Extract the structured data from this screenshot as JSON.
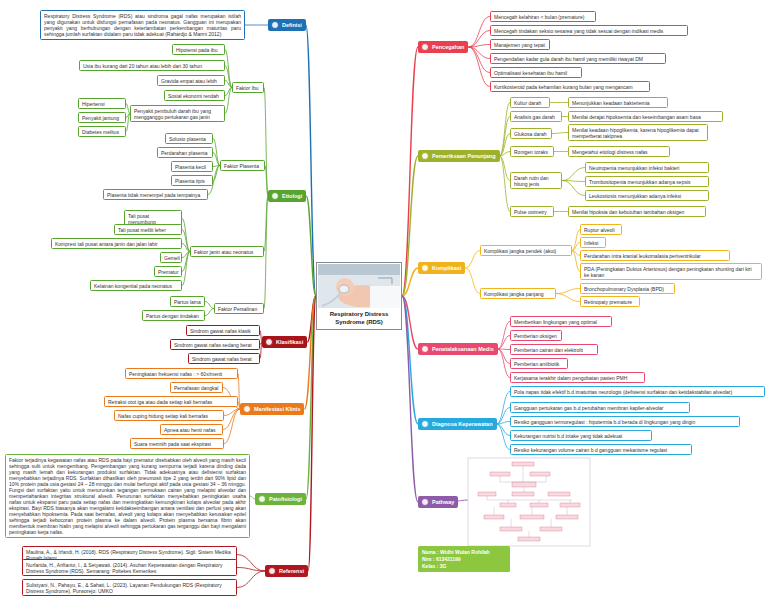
{
  "diagram": {
    "nodes": [
      {
        "text": [
          "Respiratory Distress Syndrome (RDS)"
        ]
      },
      {
        "text": [
          "Definisi"
        ]
      },
      {
        "text": [
          "Respiratory Distress Syndrome (RDS) atau sindroma gagal nafas merupakan istilah yang digunakan untuk disfungsi pernafasan pada neonatus. Gangguan ini merupakan penyakit yang berhubungan dengan keterlambatan perkembangan maturitas paru sehingga jumlah surfaktan didalam paru tidak adekuat (Rahardjo & Marmi 2012)"
        ]
      },
      {
        "text": [
          "Etiologi"
        ]
      },
      {
        "text": [
          "Faktor Ibu"
        ]
      },
      {
        "text": [
          "Hipotensi pada ibu"
        ]
      },
      {
        "text": [
          "Usia ibu kurang dari 20 tahun atau lebih dari 30 tahun"
        ]
      },
      {
        "text": [
          "Gravida empat atau lebih"
        ]
      },
      {
        "text": [
          "Sosial ekonomi rendah"
        ]
      },
      {
        "text": [
          "Penyakit pembuluh darah ibu yang mengganggu pertukaran gas janin"
        ]
      },
      {
        "text": [
          "Hipertensi"
        ]
      },
      {
        "text": [
          "Penyakit jantung"
        ]
      },
      {
        "text": [
          "Diabetes melitus"
        ]
      },
      {
        "text": [
          "Faktor Plasenta"
        ]
      },
      {
        "text": [
          "Solusio plasenta"
        ]
      },
      {
        "text": [
          "Perdarahan plasenta"
        ]
      },
      {
        "text": [
          "Plasenta kecil"
        ]
      },
      {
        "text": [
          "Plasenta tipis"
        ]
      },
      {
        "text": [
          "Plasenta tidak menempel pada tempatnya"
        ]
      },
      {
        "text": [
          "Faktor janin atau neonatus"
        ]
      },
      {
        "text": [
          "Tali pusat menumbung"
        ]
      },
      {
        "text": [
          "Tali pusat melilit leher"
        ]
      },
      {
        "text": [
          "Kompresi tali pusat antara janin dan jalan lahir"
        ]
      },
      {
        "text": [
          "Gemeli"
        ]
      },
      {
        "text": [
          "Prematur"
        ]
      },
      {
        "text": [
          "Kelainan kongenital pada neonatus"
        ]
      },
      {
        "text": [
          "Faktor Persalinan"
        ]
      },
      {
        "text": [
          "Partus lama"
        ]
      },
      {
        "text": [
          "Partus dengan tindakan"
        ]
      },
      {
        "text": [
          "Klasifikasi"
        ]
      },
      {
        "text": [
          "Sindrom gawat nafas klasik"
        ]
      },
      {
        "text": [
          "Sindrom gawat nafas sedang berat"
        ]
      },
      {
        "text": [
          "Sindrom gawat nafas berat"
        ]
      },
      {
        "text": [
          "Manifestasi Klinis"
        ]
      },
      {
        "text": [
          "Peningkatan frekuensi nafas : > 60x/menit"
        ]
      },
      {
        "text": [
          "Pernafasan dangkal"
        ]
      },
      {
        "text": [
          "Retraksi otot iga atau dada setiap kali bernafas"
        ]
      },
      {
        "text": [
          "Nafas cuping hidung setiap kali bernafas"
        ]
      },
      {
        "text": [
          "Apnea atau henti nafas"
        ]
      },
      {
        "text": [
          "Suara merintih pada saat ekspirasi"
        ]
      },
      {
        "text": [
          "Patofisiologi"
        ]
      },
      {
        "text": [
          "Faktor terjadinya kegawatan nafas atau RDS pada bayi prematur disebabkan oleh alveoli yang masih kecil sehingga sulit untuk mengembang. Pengembangan yang kurang sempurna terjadi karena dinding dada yang masih lemah dan kekurangan produksi surfaktan. Tidak adekuatnya atau defisiensi surfaktan menyebabkan terjadinya RDS. Surfaktan dihasilkan oleh pneumosit tipe 2 yang terdiri dari 90% lipid dan 10% protein pada usia gestasi 24 – 28 minggu dan mulai berfungsi aktif pada usia gestasi 34 – 36 minggu. Fungsi dari surfaktan yaitu untuk menurunkan tegangan permukaan cairan yang melapisi alveolar dan mempertahankan integritas struktural alveoli. Penurunan surfaktan menyebabkan peningkatan usaha nafas untuk ekspansi paru pada setiap nafas dan meningkatkan kemungkinan kolaps alveolar pada akhir ekspirasi. Bayi RDS biasanya akan mengalami ketidakseimbangan antara ventilasi dan perfusi yang akan menyebabkan hipoksemia. Pada saat bernafas, alveoli yang kolaps akan menyebabkan kerusakan epitel sehingga terjadi kebocoran protein plasma ke dalam alveoli. Protein plasma bersama fibrin akan membentuk membran hialin yang melapisi alveoli sehingga pertukaran gas terganggu dan bayi mengalami peningkatan kerja nafas."
        ]
      },
      {
        "text": [
          "Referensi"
        ]
      },
      {
        "text": [
          "Maulina, A., & Irfandi, H. (2018). RDS (Respiratory Distress Syndrome). Sigli: Sistem Medika Rumah Islami"
        ]
      },
      {
        "text": [
          "Nurfarida, H., Arifianto, I., & Setyawati. (2014). Asuhan Keperawatan dengan Respiratory Distress Syndrome (RDS). Semarang: Poltekes Kemenkes"
        ]
      },
      {
        "text": [
          "Sulistyani, N., Pahayu, E., & Sahati, L. (2023). Layanan Pendukungan RDS (Respiratory Distress Syndrome). Purworejo: UMKO"
        ]
      },
      {
        "text": [
          "Pencegahan"
        ]
      },
      {
        "text": [
          "Mencegah kelahiran < bulan (premature)"
        ]
      },
      {
        "text": [
          "Mencegah tindakan seksio sesarea yang tidak sesuai dengan indikasi medis"
        ]
      },
      {
        "text": [
          "Manajemen yang tepat"
        ]
      },
      {
        "text": [
          "Pengendalian kadar gula darah ibu hamil yang memiliki riwayat DM"
        ]
      },
      {
        "text": [
          "Optimalisasi kesehatan ibu hamil"
        ]
      },
      {
        "text": [
          "Kortikosteroid pada kehamilan kurang bulan yang mengancam"
        ]
      },
      {
        "text": [
          "Pemeriksaan Penunjang"
        ]
      },
      {
        "text": [
          "Kultur darah"
        ]
      },
      {
        "text": [
          "Menunjukkan keadaan bakteriemia"
        ]
      },
      {
        "text": [
          "Analisis gas darah"
        ]
      },
      {
        "text": [
          "Menilai derajat hipoksemia dan keseimbangan asam basa"
        ]
      },
      {
        "text": [
          "Glukosa darah"
        ]
      },
      {
        "text": [
          "Menilai keadaan hipoglikemia, karena hipoglikemia dapat memperberat takipnea"
        ]
      },
      {
        "text": [
          "Rontgen toraks"
        ]
      },
      {
        "text": [
          "Mengetahui etiologi distress nafas"
        ]
      },
      {
        "text": [
          "Darah rutin dan hitung jenis"
        ]
      },
      {
        "text": [
          "Neutropenia menunjukkan infeksi bakteri"
        ]
      },
      {
        "text": [
          "Trombositopenia menunjukkan adanya sepsis"
        ]
      },
      {
        "text": [
          "Leukositosis menunjukkan adanya infeksi"
        ]
      },
      {
        "text": [
          "Pulse oximetry"
        ]
      },
      {
        "text": [
          "Menilai hipoksia dan kebutuhan tambahan oksigen"
        ]
      },
      {
        "text": [
          "Komplikasi"
        ]
      },
      {
        "text": [
          "Komplikasi jangka pendek (akut)"
        ]
      },
      {
        "text": [
          "Ruptur alveoli"
        ]
      },
      {
        "text": [
          "Infeksi"
        ]
      },
      {
        "text": [
          "Perdarahan intra kranial leukomalasia periventrikular"
        ]
      },
      {
        "text": [
          "PDA (Peningkatan Duktus Arteriosus) dengan peningkatan shunting dari kiri ke kanan"
        ]
      },
      {
        "text": [
          "Komplikasi jangka panjang"
        ]
      },
      {
        "text": [
          "Bronchopulmonary Dysplasia (BPD)"
        ]
      },
      {
        "text": [
          "Retinopaty premature"
        ]
      },
      {
        "text": [
          "Penatalaksanaan Medis"
        ]
      },
      {
        "text": [
          "Memberikan lingkungan yang optimal"
        ]
      },
      {
        "text": [
          "Pemberian oksigen"
        ]
      },
      {
        "text": [
          "Pemberian cairan dan elektrolit"
        ]
      },
      {
        "text": [
          "Pemberian antibiotik"
        ]
      },
      {
        "text": [
          "Kerjasama terakhir dalam pengobatan pasien PMH"
        ]
      },
      {
        "text": [
          "Diagnosa Keperawatan"
        ]
      },
      {
        "text": [
          "Pola napas tidak efektif b.d imaturitas neurologis (defisiensi surfaktan dan ketidakstabilan alveolar)"
        ]
      },
      {
        "text": [
          "Gangguan pertukaran gas b.d perubahan membran kapiler-alveolar"
        ]
      },
      {
        "text": [
          "Resiko gangguan termoregulasi : hipotermia b.d berada di lingkungan yang dingin"
        ]
      },
      {
        "text": [
          "Kekurangan nutrisi b.d intake yang tidak adekuat"
        ]
      },
      {
        "text": [
          "Resiko kekurangan volume cairan b.d gangguan mekanisme regulasi"
        ]
      },
      {
        "text": [
          "Pathway"
        ]
      },
      {
        "text": [
          "Nama : Widhi Wulan Rohilah",
          "Nim : 613421199",
          "Kelas : 3G"
        ]
      }
    ],
    "edges": [
      {
        "from": 0,
        "to": 1,
        "arrow": "none"
      },
      {
        "from": 0,
        "to": 3,
        "arrow": "none"
      },
      {
        "from": 0,
        "to": 29,
        "arrow": "none"
      },
      {
        "from": 0,
        "to": 33,
        "arrow": "none"
      },
      {
        "from": 0,
        "to": 40,
        "arrow": "none"
      },
      {
        "from": 0,
        "to": 42,
        "arrow": "none"
      },
      {
        "from": 0,
        "to": 46,
        "arrow": "none"
      },
      {
        "from": 0,
        "to": 53,
        "arrow": "none"
      },
      {
        "from": 0,
        "to": 68,
        "arrow": "none"
      },
      {
        "from": 0,
        "to": 77,
        "arrow": "none"
      },
      {
        "from": 0,
        "to": 83,
        "arrow": "none"
      },
      {
        "from": 0,
        "to": 89,
        "arrow": "none"
      },
      {
        "from": 1,
        "to": 2,
        "arrow": "none"
      },
      {
        "from": 3,
        "to": 4,
        "arrow": "none"
      },
      {
        "from": 3,
        "to": 13,
        "arrow": "none"
      },
      {
        "from": 3,
        "to": 19,
        "arrow": "none"
      },
      {
        "from": 3,
        "to": 26,
        "arrow": "none"
      },
      {
        "from": 4,
        "to": 5,
        "arrow": "none"
      },
      {
        "from": 4,
        "to": 6,
        "arrow": "none"
      },
      {
        "from": 4,
        "to": 7,
        "arrow": "none"
      },
      {
        "from": 4,
        "to": 8,
        "arrow": "none"
      },
      {
        "from": 4,
        "to": 9,
        "arrow": "none"
      },
      {
        "from": 9,
        "to": 10,
        "arrow": "none"
      },
      {
        "from": 9,
        "to": 11,
        "arrow": "none"
      },
      {
        "from": 9,
        "to": 12,
        "arrow": "none"
      },
      {
        "from": 13,
        "to": 14,
        "arrow": "none"
      },
      {
        "from": 13,
        "to": 15,
        "arrow": "none"
      },
      {
        "from": 13,
        "to": 16,
        "arrow": "none"
      },
      {
        "from": 13,
        "to": 17,
        "arrow": "none"
      },
      {
        "from": 13,
        "to": 18,
        "arrow": "none"
      },
      {
        "from": 19,
        "to": 20,
        "arrow": "none"
      },
      {
        "from": 19,
        "to": 21,
        "arrow": "none"
      },
      {
        "from": 19,
        "to": 22,
        "arrow": "none"
      },
      {
        "from": 19,
        "to": 23,
        "arrow": "none"
      },
      {
        "from": 19,
        "to": 24,
        "arrow": "none"
      },
      {
        "from": 19,
        "to": 25,
        "arrow": "none"
      },
      {
        "from": 26,
        "to": 27,
        "arrow": "none"
      },
      {
        "from": 26,
        "to": 28,
        "arrow": "none"
      },
      {
        "from": 29,
        "to": 30,
        "arrow": "none"
      },
      {
        "from": 29,
        "to": 31,
        "arrow": "none"
      },
      {
        "from": 29,
        "to": 32,
        "arrow": "none"
      },
      {
        "from": 33,
        "to": 34,
        "arrow": "none"
      },
      {
        "from": 33,
        "to": 35,
        "arrow": "none"
      },
      {
        "from": 33,
        "to": 36,
        "arrow": "none"
      },
      {
        "from": 33,
        "to": 37,
        "arrow": "none"
      },
      {
        "from": 33,
        "to": 38,
        "arrow": "none"
      },
      {
        "from": 33,
        "to": 39,
        "arrow": "none"
      },
      {
        "from": 40,
        "to": 41,
        "arrow": "none"
      },
      {
        "from": 42,
        "to": 43,
        "arrow": "none"
      },
      {
        "from": 42,
        "to": 44,
        "arrow": "none"
      },
      {
        "from": 42,
        "to": 45,
        "arrow": "none"
      },
      {
        "from": 46,
        "to": 47,
        "arrow": "none"
      },
      {
        "from": 46,
        "to": 48,
        "arrow": "none"
      },
      {
        "from": 46,
        "to": 49,
        "arrow": "none"
      },
      {
        "from": 46,
        "to": 50,
        "arrow": "none"
      },
      {
        "from": 46,
        "to": 51,
        "arrow": "none"
      },
      {
        "from": 46,
        "to": 52,
        "arrow": "none"
      },
      {
        "from": 53,
        "to": 54,
        "arrow": "none"
      },
      {
        "from": 53,
        "to": 56,
        "arrow": "none"
      },
      {
        "from": 53,
        "to": 58,
        "arrow": "none"
      },
      {
        "from": 53,
        "to": 60,
        "arrow": "none"
      },
      {
        "from": 53,
        "to": 62,
        "arrow": "none"
      },
      {
        "from": 53,
        "to": 66,
        "arrow": "none"
      },
      {
        "from": 54,
        "to": 55,
        "arrow": "none"
      },
      {
        "from": 56,
        "to": 57,
        "arrow": "none"
      },
      {
        "from": 58,
        "to": 59,
        "arrow": "none"
      },
      {
        "from": 60,
        "to": 61,
        "arrow": "none"
      },
      {
        "from": 62,
        "to": 63,
        "arrow": "none"
      },
      {
        "from": 62,
        "to": 64,
        "arrow": "none"
      },
      {
        "from": 62,
        "to": 65,
        "arrow": "none"
      },
      {
        "from": 66,
        "to": 67,
        "arrow": "none"
      },
      {
        "from": 68,
        "to": 69,
        "arrow": "none"
      },
      {
        "from": 68,
        "to": 74,
        "arrow": "none"
      },
      {
        "from": 69,
        "to": 70,
        "arrow": "none"
      },
      {
        "from": 69,
        "to": 71,
        "arrow": "none"
      },
      {
        "from": 69,
        "to": 72,
        "arrow": "none"
      },
      {
        "from": 69,
        "to": 73,
        "arrow": "none"
      },
      {
        "from": 74,
        "to": 75,
        "arrow": "none"
      },
      {
        "from": 74,
        "to": 76,
        "arrow": "none"
      },
      {
        "from": 77,
        "to": 78,
        "arrow": "none"
      },
      {
        "from": 77,
        "to": 79,
        "arrow": "none"
      },
      {
        "from": 77,
        "to": 80,
        "arrow": "none"
      },
      {
        "from": 77,
        "to": 81,
        "arrow": "none"
      },
      {
        "from": 77,
        "to": 82,
        "arrow": "none"
      },
      {
        "from": 83,
        "to": 84,
        "arrow": "none"
      },
      {
        "from": 83,
        "to": 85,
        "arrow": "none"
      },
      {
        "from": 83,
        "to": 86,
        "arrow": "none"
      },
      {
        "from": 83,
        "to": 87,
        "arrow": "none"
      },
      {
        "from": 83,
        "to": 88,
        "arrow": "none"
      }
    ]
  }
}
